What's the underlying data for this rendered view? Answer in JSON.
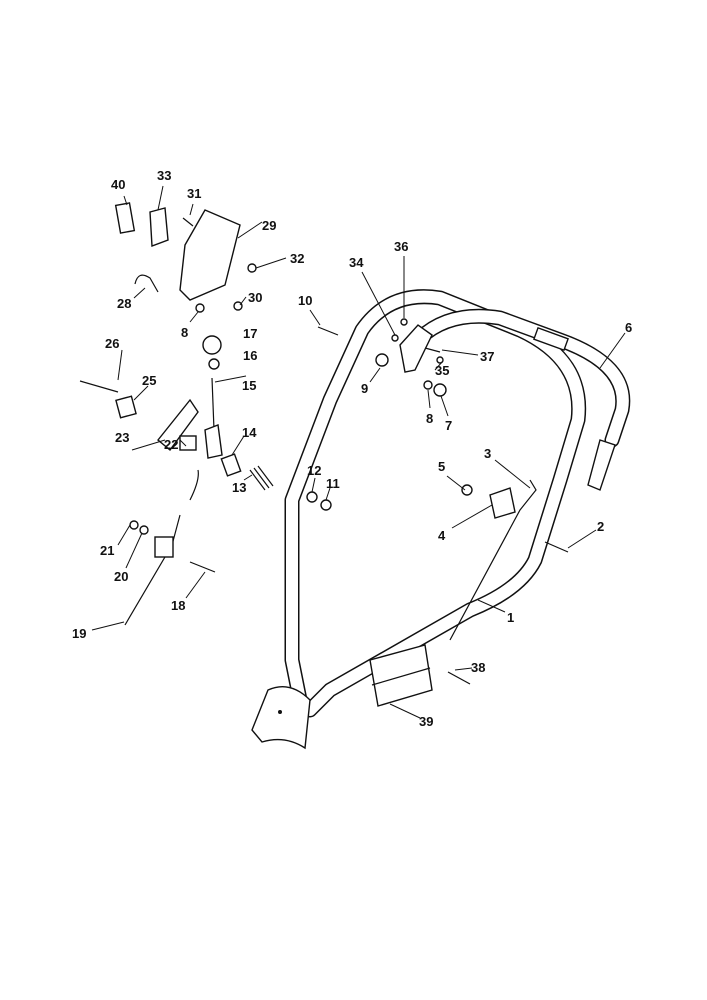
{
  "diagram": {
    "title": "Handle assembly exploded parts diagram",
    "labels": [
      "1",
      "2",
      "3",
      "4",
      "5",
      "6",
      "7",
      "8",
      "8",
      "9",
      "10",
      "11",
      "12",
      "13",
      "14",
      "15",
      "16",
      "17",
      "18",
      "19",
      "20",
      "21",
      "22",
      "23",
      "25",
      "26",
      "28",
      "29",
      "30",
      "31",
      "32",
      "33",
      "34",
      "35",
      "36",
      "37",
      "38",
      "39",
      "40"
    ]
  }
}
